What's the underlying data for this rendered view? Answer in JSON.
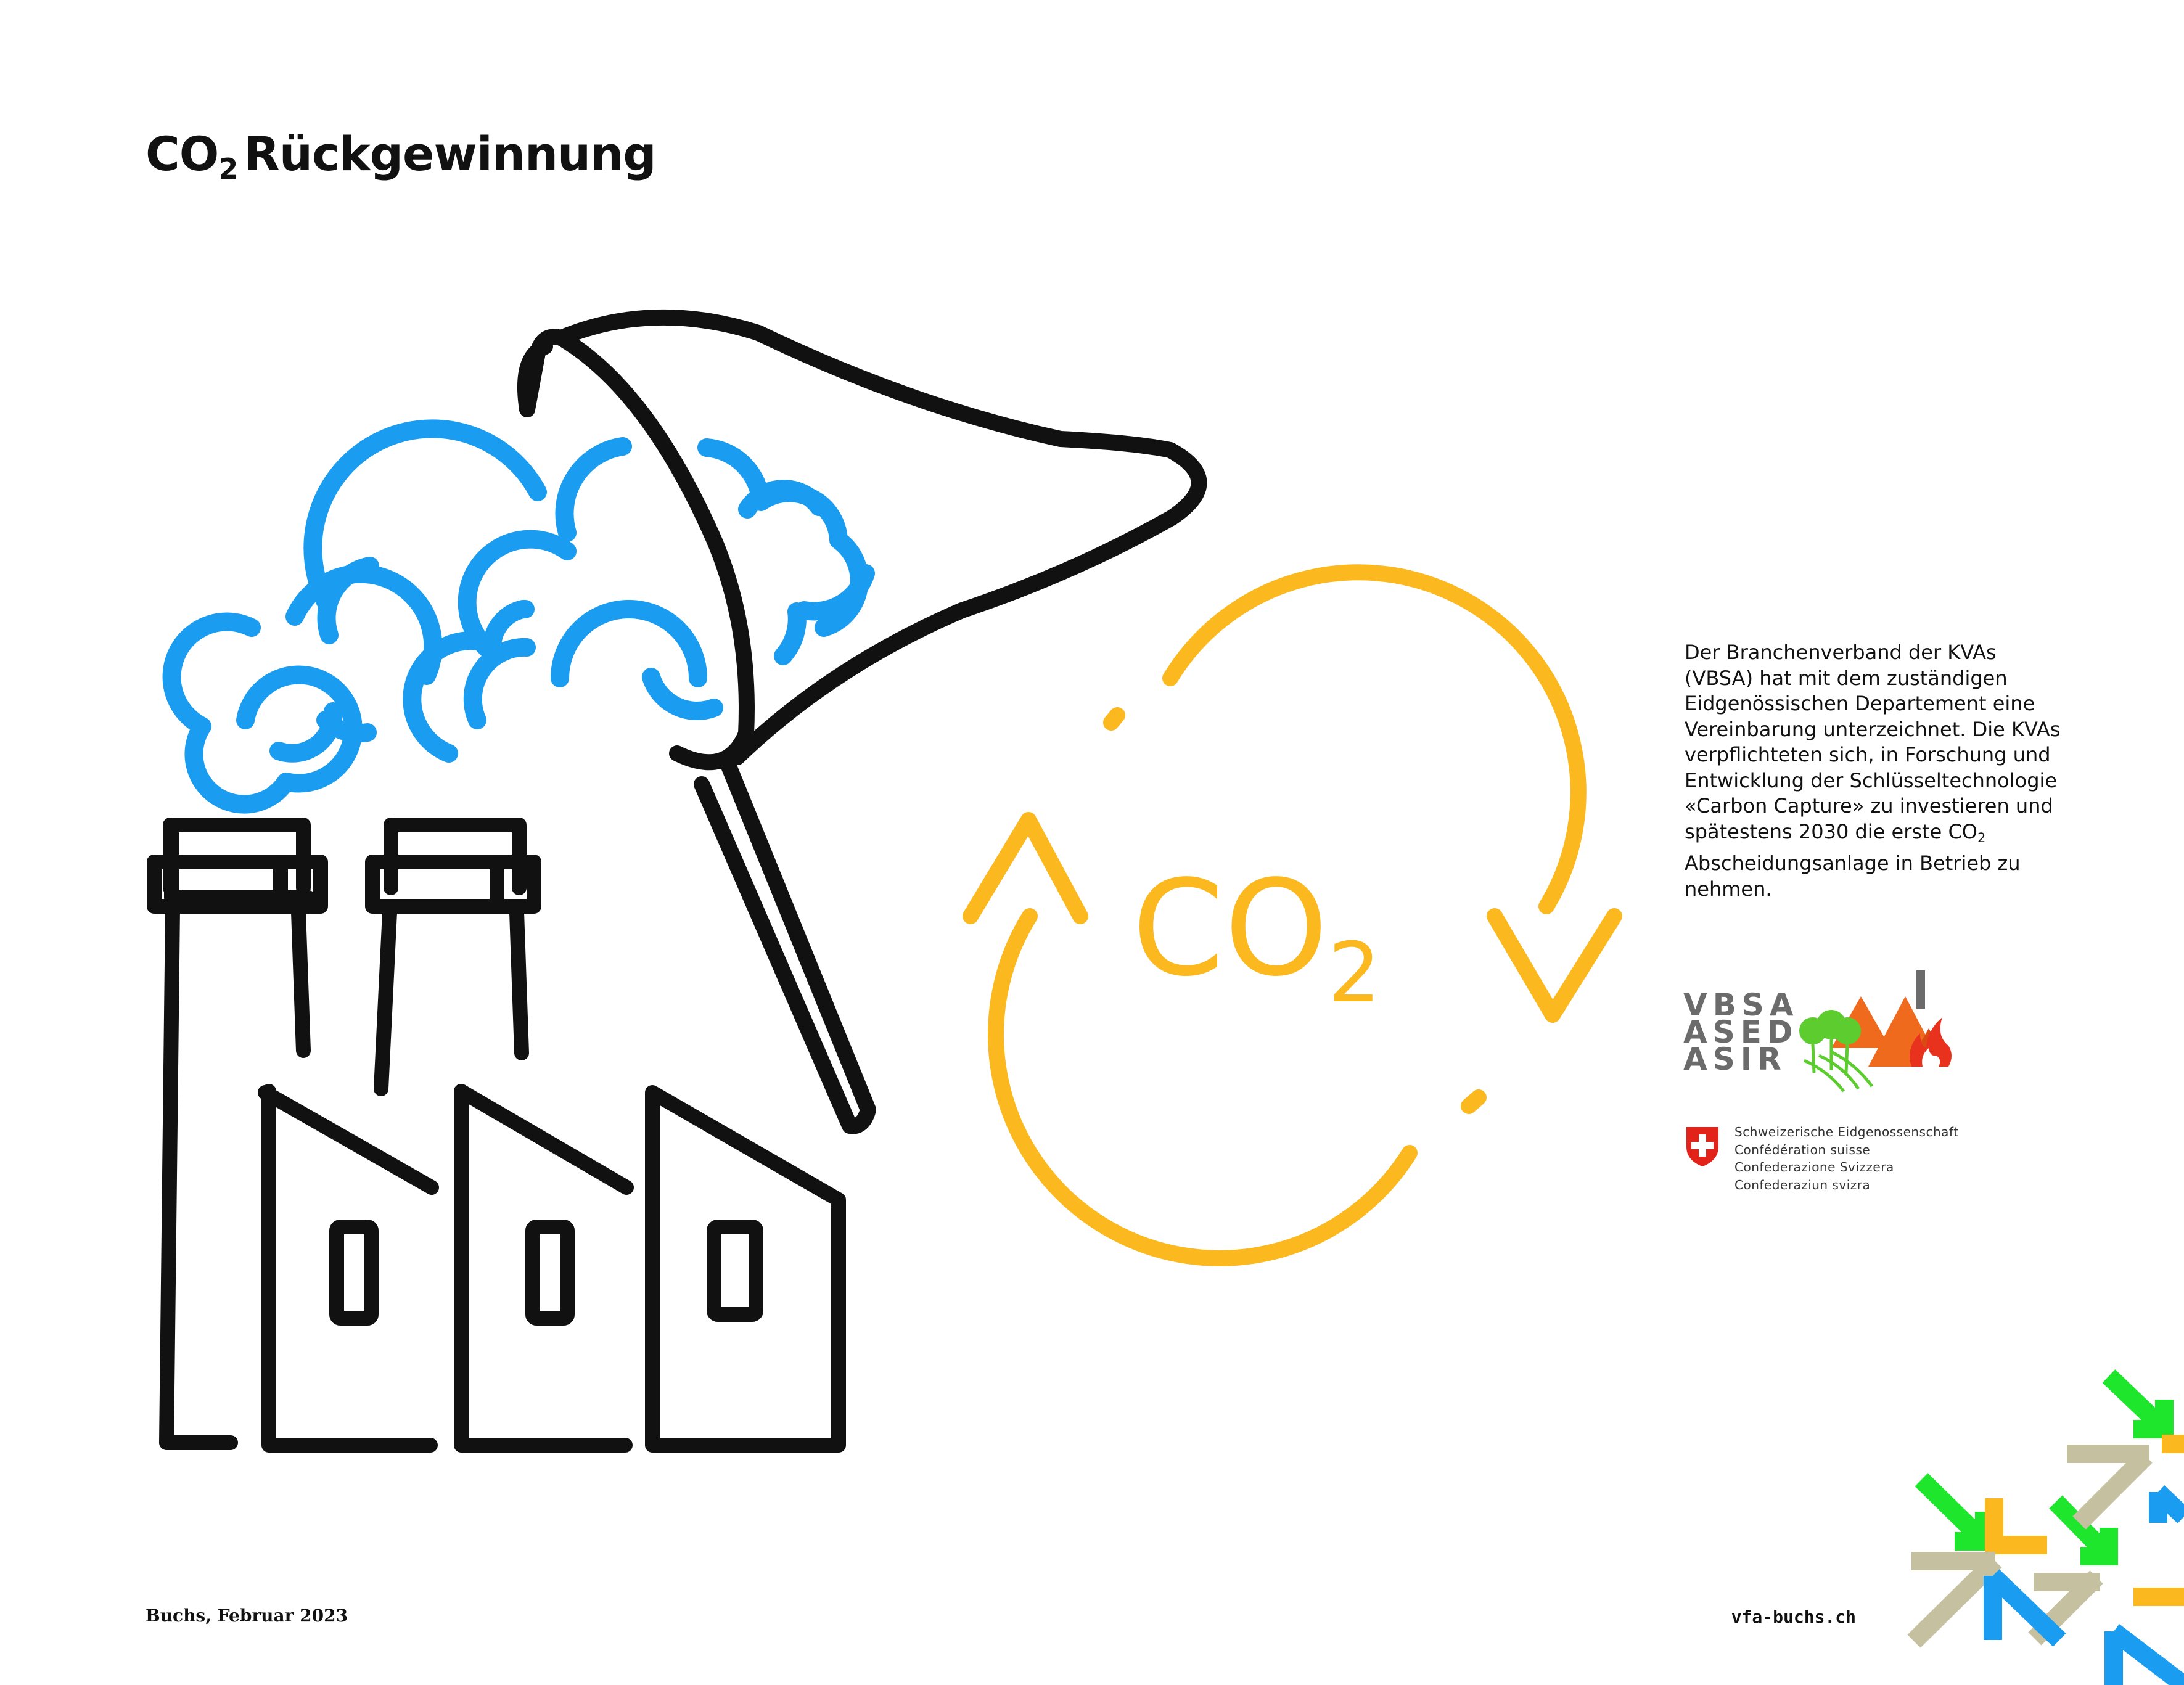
{
  "header": {
    "title_prefix": "CO",
    "title_subscript": "2",
    "title_rest": "Rückgewinnung"
  },
  "description": {
    "text_before_subscript": "Der Branchenverband der KVAs (VBSA) hat mit dem zuständigen Eidgenössischen Departement eine Vereinbarung unterzeichnet. Die KVAs verpflichteten sich, in Forschung und Entwicklung der Schlüsseltechnologie «Carbon Capture» zu investieren und spätestens 2030 die erste CO",
    "subscript": "2",
    "text_after_subscript": " Abscheidungsanlage in Betrieb zu nehmen."
  },
  "illustration": {
    "cycle_text": "CO",
    "cycle_subscript": "2",
    "colors": {
      "line": "#111111",
      "smoke": "#1a9cf0",
      "cycle": "#fbb91f"
    }
  },
  "logos": {
    "vbsa_lines": [
      "VBSA",
      "ASED",
      "ASIR"
    ],
    "vbsa_colors": {
      "text": "#6b6b6b",
      "trees": "#5ccc2e",
      "mountains": "#f06a1e",
      "fire": "#e8321e"
    },
    "swiss_lines": [
      "Schweizerische Eidgenossenschaft",
      "Confédération suisse",
      "Confederazione Svizzera",
      "Confederaziun svizra"
    ],
    "swiss_flag_color": "#e2231a",
    "brand_colors": [
      "#1ee62d",
      "#fbb91f",
      "#1a9cf0",
      "#c4c0a0"
    ]
  },
  "footer": {
    "place_date": "Buchs, Februar 2023",
    "website": "vfa-buchs.ch"
  }
}
